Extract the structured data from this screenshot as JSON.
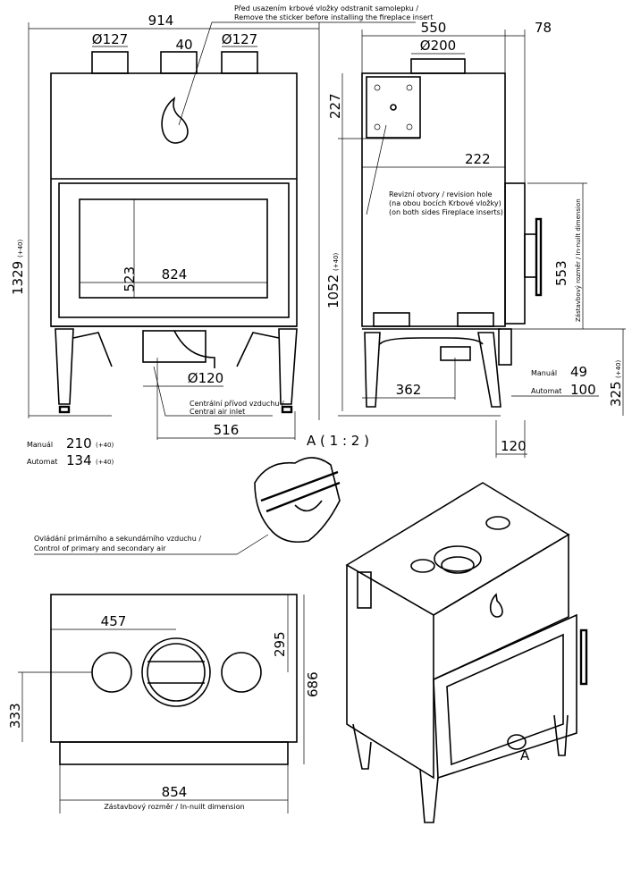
{
  "front_view": {
    "width_total": "914",
    "flue_left": "Ø127",
    "flue_center_offset": "40",
    "flue_right": "Ø127",
    "height_total": "1329",
    "height_total_note": "(+40)",
    "glass_height": "523",
    "glass_width": "824",
    "air_inlet_diameter": "Ø120",
    "air_inlet_label_cz": "Centrální přívod vzduchu /",
    "air_inlet_label_en": "Central air inlet",
    "leg_span": "516",
    "manual_label": "Manuál",
    "manual_value": "210",
    "manual_note": "(+40)",
    "automat_label": "Automat",
    "automat_value": "134",
    "automat_note": "(+40)"
  },
  "sticker_note": {
    "cz": "Před usazením krbové vložky odstranit samolepku /",
    "en": "Remove the sticker before installing the fireplace insert"
  },
  "side_view": {
    "depth": "550",
    "door_offset": "78",
    "flue": "Ø200",
    "flue_height": "227",
    "flue_depth": "222",
    "revision_cz": "Revizní otvory / revision hole",
    "revision_cz2": "(na obou bocích Krbové vložky)",
    "revision_en": "(on both sides Fireplace inserts)",
    "body_height": "1052",
    "body_height_note": "(+40)",
    "inbuilt_height": "553",
    "inbuilt_label": "Zástavbový rozměr / In-nuilt dimension",
    "air_inlet_depth": "362",
    "manual_label": "Manuál",
    "manual_value": "49",
    "automat_label": "Automat",
    "automat_value": "100",
    "base_height": "325",
    "base_height_note": "(+40)",
    "bottom_offset": "120",
    "detail_label": "A ( 1 : 2 )"
  },
  "control_note": {
    "cz": "Ovládání primárního a sekundárního vzduchu /",
    "en": "Control of primary and secondary air"
  },
  "top_view": {
    "flue_offset_x": "457",
    "flue_offset_y": "295",
    "depth": "686",
    "side_flue_y": "333",
    "width": "854",
    "width_label": "Zástavbový rozměr / In-nuilt dimension"
  },
  "iso_view": {
    "detail_marker": "A"
  }
}
